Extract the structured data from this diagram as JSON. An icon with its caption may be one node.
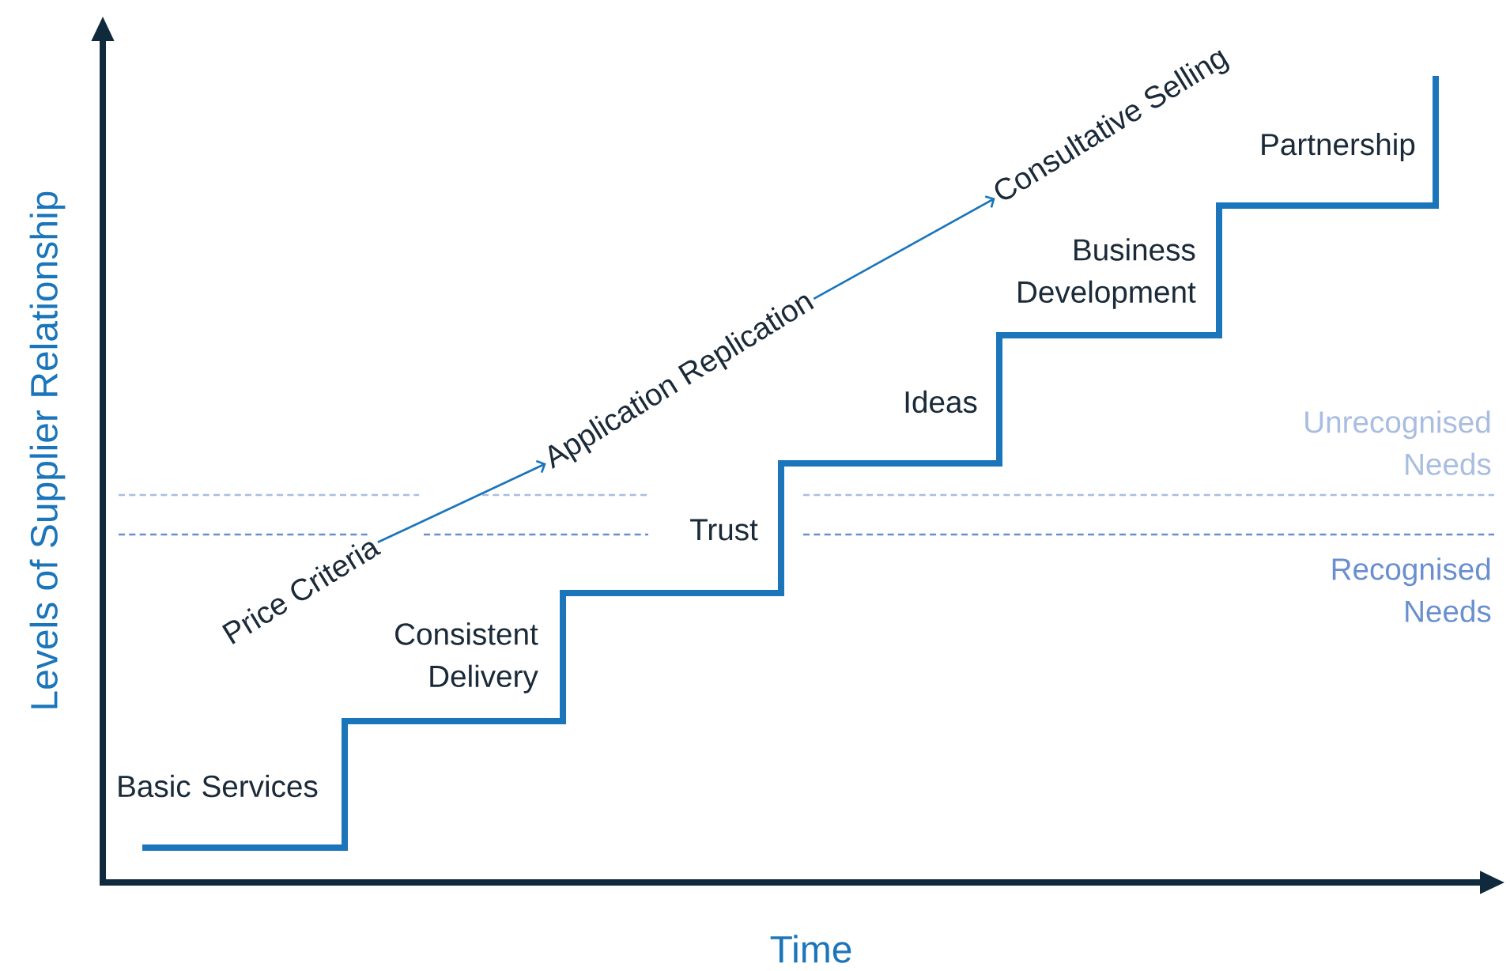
{
  "diagram": {
    "nodes": [
      {
        "text": [
          "Price Criteria"
        ]
      },
      {
        "text": [
          "Application Replication"
        ]
      },
      {
        "text": [
          "Consultative Selling"
        ]
      }
    ],
    "edges": [
      {
        "from": 0,
        "to": 1,
        "arrow": "to"
      },
      {
        "from": 1,
        "to": 2,
        "arrow": "to"
      }
    ],
    "labels": [
      "Partnership",
      "Business Development",
      "Ideas",
      "Unrecognised Needs",
      "Trust",
      "Recognised Needs",
      "Consistent Delivery",
      "Basic Services",
      "Levels of Supplier Relationship",
      "Time"
    ]
  }
}
